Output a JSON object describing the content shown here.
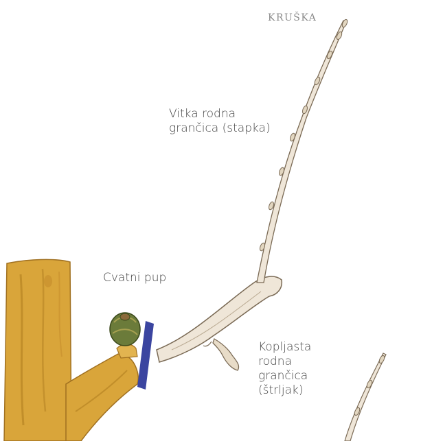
{
  "title": "KRUŠKA",
  "labels": {
    "slender_shoot": [
      "Vitka rodna",
      "grančica (stapka)"
    ],
    "flower_bud": [
      "Cvatni pup"
    ],
    "spur": [
      "Kopljasta",
      "rodna",
      "grančica",
      "(štrljak)"
    ]
  },
  "colors": {
    "trunk": "#d9a53a",
    "trunk_shade": "#b07e1f",
    "shoot": "#efe6d8",
    "shoot_outline": "#7a6a55",
    "bud": "#6b7b3a",
    "cut_mark": "#3b45a0"
  }
}
